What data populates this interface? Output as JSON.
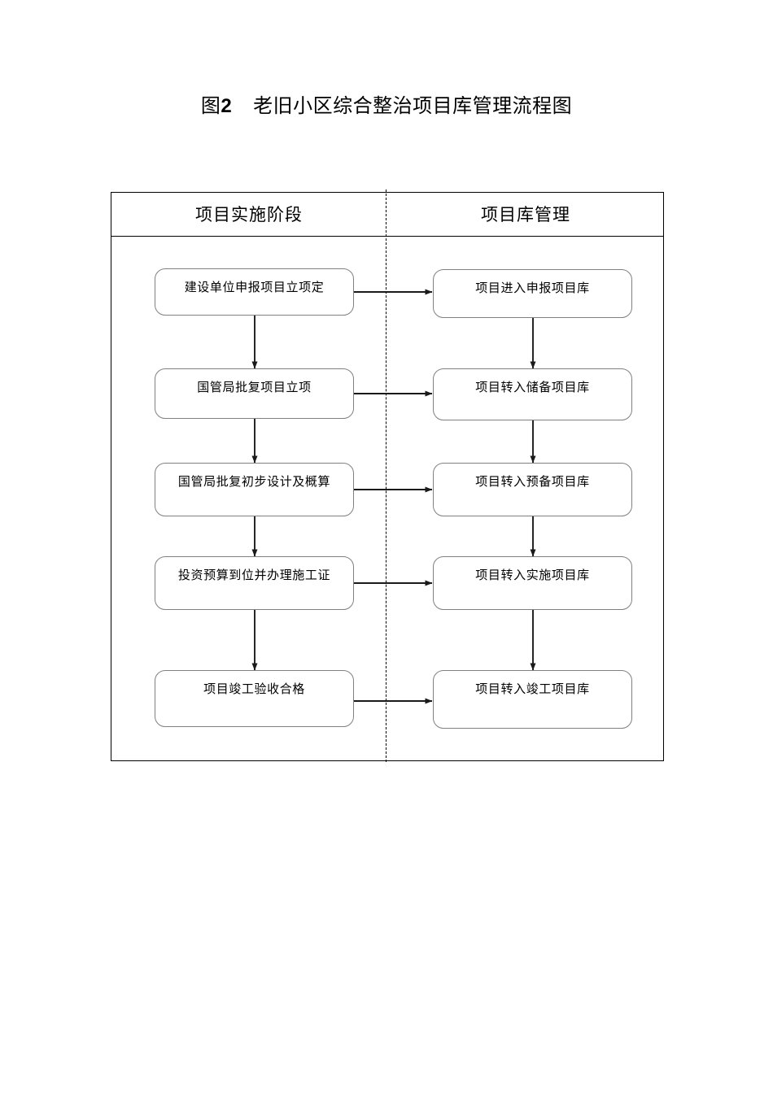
{
  "title": {
    "figure_word": "图",
    "figure_number": "2",
    "text": "老旧小区综合整治项目库管理流程图",
    "full": "图 2  老旧小区综合整治项目库管理流程图"
  },
  "diagram": {
    "columns": [
      {
        "id": "implementation",
        "header": "项目实施阶段"
      },
      {
        "id": "project-library",
        "header": "项目库管理"
      }
    ],
    "rows": [
      {
        "left": "建设单位申报项目立项定",
        "right": "项目进入申报项目库"
      },
      {
        "left": "国管局批复项目立项",
        "right": "项目转入储备项目库"
      },
      {
        "left": "国管局批复初步设计及概算",
        "right": "项目转入预备项目库"
      },
      {
        "left": "投资预算到位并办理施工证",
        "right": "项目转入实施项目库"
      },
      {
        "left": "项目竣工验收合格",
        "right": "项目转入竣工项目库"
      }
    ],
    "colors": {
      "frame_border": "#000000",
      "node_border": "#808080",
      "connector": "#1a1a1a",
      "background": "#ffffff",
      "text": "#000000"
    }
  },
  "chart_data": {
    "type": "flowchart",
    "title": "图 2  老旧小区综合整治项目库管理流程图",
    "swimlanes": [
      "项目实施阶段",
      "项目库管理"
    ],
    "nodes": [
      {
        "id": "L1",
        "lane": "项目实施阶段",
        "label": "建设单位申报项目立项定"
      },
      {
        "id": "R1",
        "lane": "项目库管理",
        "label": "项目进入申报项目库"
      },
      {
        "id": "L2",
        "lane": "项目实施阶段",
        "label": "国管局批复项目立项"
      },
      {
        "id": "R2",
        "lane": "项目库管理",
        "label": "项目转入储备项目库"
      },
      {
        "id": "L3",
        "lane": "项目实施阶段",
        "label": "国管局批复初步设计及概算"
      },
      {
        "id": "R3",
        "lane": "项目库管理",
        "label": "项目转入预备项目库"
      },
      {
        "id": "L4",
        "lane": "项目实施阶段",
        "label": "投资预算到位并办理施工证"
      },
      {
        "id": "R4",
        "lane": "项目库管理",
        "label": "项目转入实施项目库"
      },
      {
        "id": "L5",
        "lane": "项目实施阶段",
        "label": "项目竣工验收合格"
      },
      {
        "id": "R5",
        "lane": "项目库管理",
        "label": "项目转入竣工项目库"
      }
    ],
    "edges": [
      {
        "from": "L1",
        "to": "R1",
        "direction": "horizontal"
      },
      {
        "from": "L1",
        "to": "L2",
        "direction": "vertical"
      },
      {
        "from": "L2",
        "to": "R2",
        "direction": "horizontal"
      },
      {
        "from": "L2",
        "to": "L3",
        "direction": "vertical"
      },
      {
        "from": "L3",
        "to": "R3",
        "direction": "horizontal"
      },
      {
        "from": "L3",
        "to": "L4",
        "direction": "vertical"
      },
      {
        "from": "L4",
        "to": "R4",
        "direction": "horizontal"
      },
      {
        "from": "L4",
        "to": "L5",
        "direction": "vertical"
      },
      {
        "from": "L5",
        "to": "R5",
        "direction": "horizontal"
      },
      {
        "from": "R1",
        "to": "R2",
        "direction": "vertical"
      },
      {
        "from": "R2",
        "to": "R3",
        "direction": "vertical"
      },
      {
        "from": "R3",
        "to": "R4",
        "direction": "vertical"
      },
      {
        "from": "R4",
        "to": "R5",
        "direction": "vertical"
      }
    ]
  }
}
